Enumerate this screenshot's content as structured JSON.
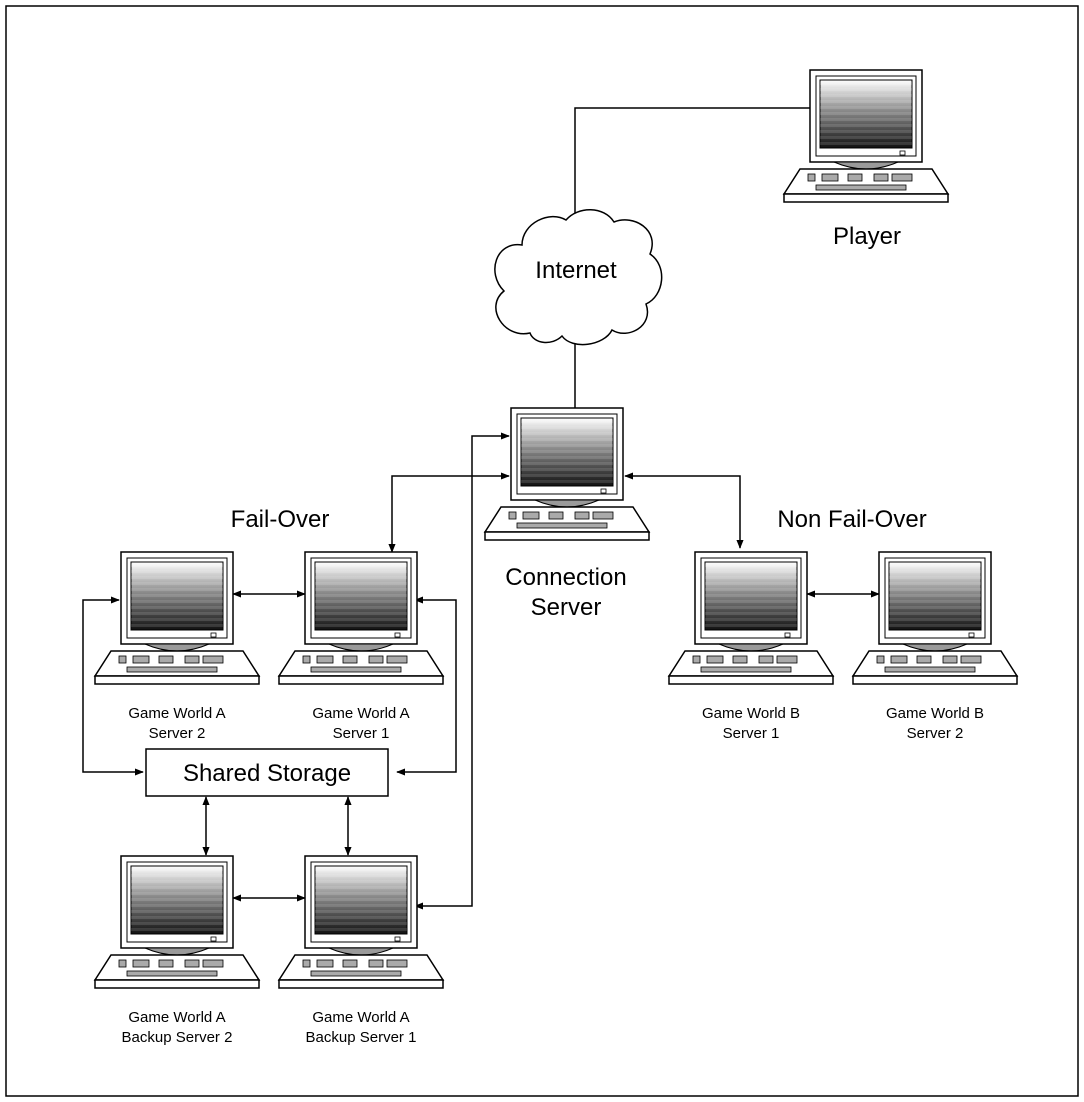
{
  "labels": {
    "player": "Player",
    "internet": "Internet",
    "connection_server": [
      "Connection",
      "Server"
    ],
    "fail_over": "Fail-Over",
    "non_fail_over": "Non Fail-Over",
    "shared_storage": "Shared Storage",
    "gw_a_server2": [
      "Game World A",
      "Server 2"
    ],
    "gw_a_server1": [
      "Game World A",
      "Server 1"
    ],
    "gw_a_backup2": [
      "Game World A",
      "Backup Server 2"
    ],
    "gw_a_backup1": [
      "Game World A",
      "Backup Server 1"
    ],
    "gw_b_server1": [
      "Game World B",
      "Server 1"
    ],
    "gw_b_server2": [
      "Game World B",
      "Server 2"
    ]
  }
}
